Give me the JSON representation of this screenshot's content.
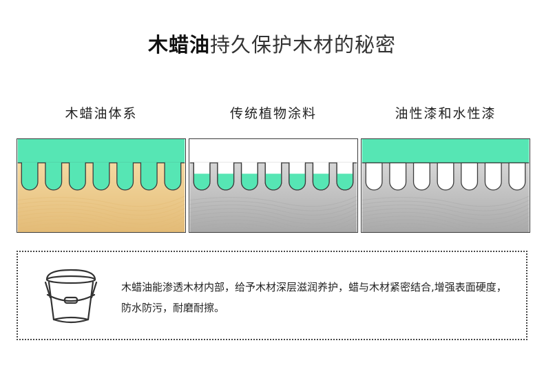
{
  "page": {
    "title_emphasis": "木蜡油",
    "title_rest": "持久保护木材的秘密"
  },
  "columns": [
    {
      "label": "木蜡油体系",
      "fill": "full",
      "wood": "pine"
    },
    {
      "label": "传统植物涂料",
      "fill": "partial",
      "wood": "grey"
    },
    {
      "label": "油性漆和水性漆",
      "fill": "surface",
      "wood": "grey"
    }
  ],
  "info": {
    "icon": "bucket-icon",
    "text": "木蜡油能渗透木材内部，给予木材深层滋润养护，蜡与木材紧密结合,增强表面硬度，防水防污，耐磨耐擦。"
  },
  "colors": {
    "mint": "#56e6b4",
    "pine_light": "#f4d9a1",
    "pine_dark": "#e3bb77",
    "grey_light": "#d6d6d6",
    "grey_dark": "#a9a9a9"
  }
}
